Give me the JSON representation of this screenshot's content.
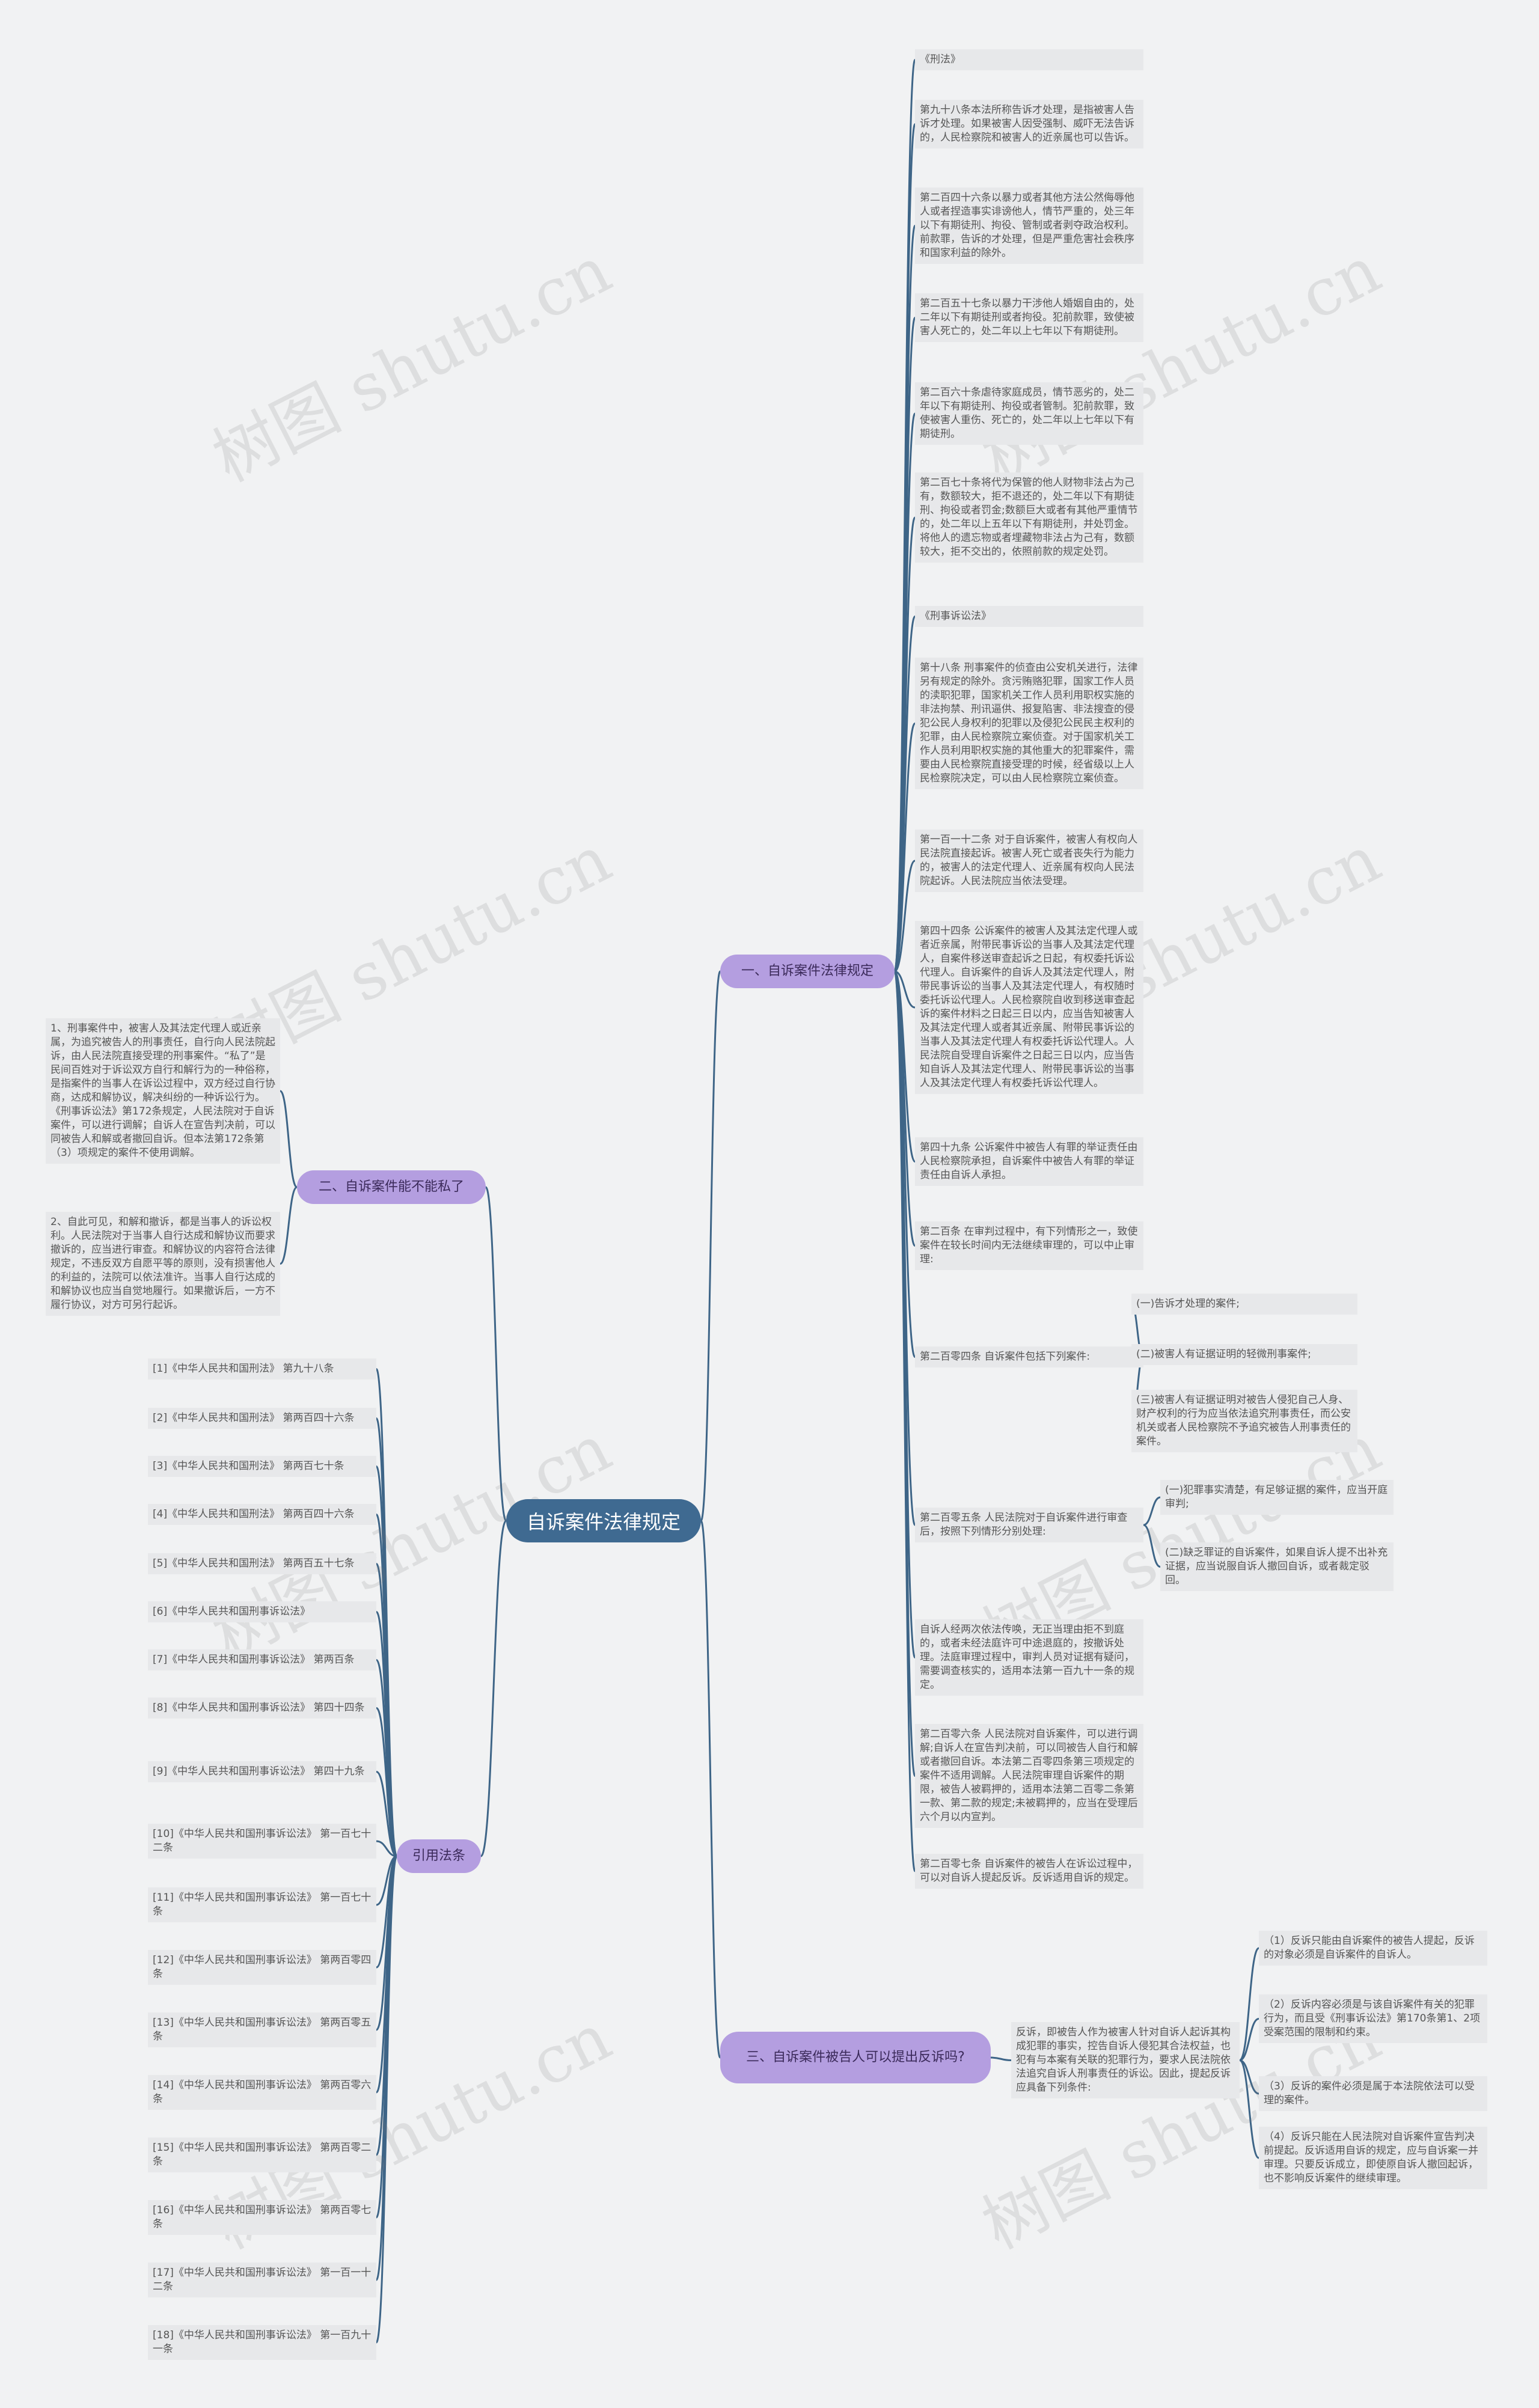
{
  "root": "自诉案件法律规定",
  "watermark": "树图 shutu.cn",
  "branches": {
    "b1": "一、自诉案件法律规定",
    "b2": "二、自诉案件能不能私了",
    "b3": "三、自诉案件被告人可以提出反诉吗?",
    "b4": "引用法条"
  },
  "b1_items": [
    "《刑法》",
    "第九十八条本法所称告诉才处理，是指被害人告诉才处理。如果被害人因受强制、威吓无法告诉的，人民检察院和被害人的近亲属也可以告诉。",
    "第二百四十六条以暴力或者其他方法公然侮辱他人或者捏造事实诽谤他人，情节严重的，处三年以下有期徒刑、拘役、管制或者剥夺政治权利。前款罪，告诉的才处理，但是严重危害社会秩序和国家利益的除外。",
    "第二百五十七条以暴力干涉他人婚姻自由的，处二年以下有期徒刑或者拘役。犯前款罪，致使被害人死亡的，处二年以上七年以下有期徒刑。",
    "第二百六十条虐待家庭成员，情节恶劣的，处二年以下有期徒刑、拘役或者管制。犯前款罪，致使被害人重伤、死亡的，处二年以上七年以下有期徒刑。",
    "第二百七十条将代为保管的他人财物非法占为己有，数额较大，拒不退还的，处二年以下有期徒刑、拘役或者罚金;数额巨大或者有其他严重情节的，处二年以上五年以下有期徒刑，并处罚金。将他人的遗忘物或者埋藏物非法占为己有，数额较大，拒不交出的，依照前款的规定处罚。",
    "《刑事诉讼法》",
    "第十八条 刑事案件的侦查由公安机关进行，法律另有规定的除外。贪污贿赂犯罪，国家工作人员的渎职犯罪，国家机关工作人员利用职权实施的非法拘禁、刑讯逼供、报复陷害、非法搜查的侵犯公民人身权利的犯罪以及侵犯公民民主权利的犯罪，由人民检察院立案侦查。对于国家机关工作人员利用职权实施的其他重大的犯罪案件，需要由人民检察院直接受理的时候，经省级以上人民检察院决定，可以由人民检察院立案侦查。",
    "第一百一十二条 对于自诉案件，被害人有权向人民法院直接起诉。被害人死亡或者丧失行为能力的，被害人的法定代理人、近亲属有权向人民法院起诉。人民法院应当依法受理。",
    "第四十四条 公诉案件的被害人及其法定代理人或者近亲属，附带民事诉讼的当事人及其法定代理人，自案件移送审查起诉之日起，有权委托诉讼代理人。自诉案件的自诉人及其法定代理人，附带民事诉讼的当事人及其法定代理人，有权随时委托诉讼代理人。人民检察院自收到移送审查起诉的案件材料之日起三日以内，应当告知被害人及其法定代理人或者其近亲属、附带民事诉讼的当事人及其法定代理人有权委托诉讼代理人。人民法院自受理自诉案件之日起三日以内，应当告知自诉人及其法定代理人、附带民事诉讼的当事人及其法定代理人有权委托诉讼代理人。",
    "第四十九条 公诉案件中被告人有罪的举证责任由人民检察院承担，自诉案件中被告人有罪的举证责任由自诉人承担。",
    "第二百条 在审判过程中，有下列情形之一，致使案件在较长时间内无法继续审理的，可以中止审理:",
    "第二百零四条 自诉案件包括下列案件:",
    "第二百零五条 人民法院对于自诉案件进行审查后，按照下列情形分别处理:",
    "自诉人经两次依法传唤，无正当理由拒不到庭的，或者未经法庭许可中途退庭的，按撤诉处理。法庭审理过程中，审判人员对证据有疑问，需要调查核实的，适用本法第一百九十一条的规定。",
    "第二百零六条 人民法院对自诉案件，可以进行调解;自诉人在宣告判决前，可以同被告人自行和解或者撤回自诉。本法第二百零四条第三项规定的案件不适用调解。人民法院审理自诉案件的期限，被告人被羁押的，适用本法第二百零二条第一款、第二款的规定;未被羁押的，应当在受理后六个月以内宣判。",
    "第二百零七条 自诉案件的被告人在诉讼过程中，可以对自诉人提起反诉。反诉适用自诉的规定。"
  ],
  "b1_204_children": [
    "(一)告诉才处理的案件;",
    "(二)被害人有证据证明的轻微刑事案件;",
    "(三)被害人有证据证明对被告人侵犯自己人身、财产权利的行为应当依法追究刑事责任，而公安机关或者人民检察院不予追究被告人刑事责任的案件。"
  ],
  "b1_205_children": [
    "(一)犯罪事实清楚，有足够证据的案件，应当开庭审判;",
    "(二)缺乏罪证的自诉案件，如果自诉人提不出补充证据，应当说服自诉人撤回自诉，或者裁定驳回。"
  ],
  "b2_items": [
    "1、刑事案件中，被害人及其法定代理人或近亲属，为追究被告人的刑事责任，自行向人民法院起诉，由人民法院直接受理的刑事案件。“私了”是民间百姓对于诉讼双方自行和解行为的一种俗称，是指案件的当事人在诉讼过程中，双方经过自行协商，达成和解协议，解决纠纷的一种诉讼行为。《刑事诉讼法》第172条规定，人民法院对于自诉案件，可以进行调解；自诉人在宣告判决前，可以同被告人和解或者撤回自诉。但本法第172条第（3）项规定的案件不使用调解。",
    "2、自此可见，和解和撤诉，都是当事人的诉讼权利。人民法院对于当事人自行达成和解协议而要求撤诉的，应当进行审查。和解协议的内容符合法律规定，不违反双方自愿平等的原则，没有损害他人的利益的，法院可以依法准许。当事人自行达成的和解协议也应当自觉地履行。如果撤诉后，一方不履行协议，对方可另行起诉。"
  ],
  "b3_intro": "反诉，即被告人作为被害人针对自诉人起诉其构成犯罪的事实，控告自诉人侵犯其合法权益，也犯有与本案有关联的犯罪行为，要求人民法院依法追究自诉人刑事责任的诉讼。因此，提起反诉应具备下列条件:",
  "b3_children": [
    "（1）反诉只能由自诉案件的被告人提起，反诉的对象必须是自诉案件的自诉人。",
    "（2）反诉内容必须是与该自诉案件有关的犯罪行为，而且受《刑事诉讼法》第170条第1、2项受案范围的限制和约束。",
    "（3）反诉的案件必须是属于本法院依法可以受理的案件。",
    "（4）反诉只能在人民法院对自诉案件宣告判决前提起。反诉适用自诉的规定，应与自诉案一并审理。只要反诉成立，即使原自诉人撤回起诉，也不影响反诉案件的继续审理。"
  ],
  "b4_items": [
    "[1]《中华人民共和国刑法》 第九十八条",
    "[2]《中华人民共和国刑法》 第两百四十六条",
    "[3]《中华人民共和国刑法》 第两百七十条",
    "[4]《中华人民共和国刑法》 第两百四十六条",
    "[5]《中华人民共和国刑法》 第两百五十七条",
    "[6]《中华人民共和国刑事诉讼法》",
    "[7]《中华人民共和国刑事诉讼法》 第两百条",
    "[8]《中华人民共和国刑事诉讼法》 第四十四条",
    "[9]《中华人民共和国刑事诉讼法》 第四十九条",
    "[10]《中华人民共和国刑事诉讼法》 第一百七十二条",
    "[11]《中华人民共和国刑事诉讼法》 第一百七十条",
    "[12]《中华人民共和国刑事诉讼法》 第两百零四条",
    "[13]《中华人民共和国刑事诉讼法》 第两百零五条",
    "[14]《中华人民共和国刑事诉讼法》 第两百零六条",
    "[15]《中华人民共和国刑事诉讼法》 第两百零二条",
    "[16]《中华人民共和国刑事诉讼法》 第两百零七条",
    "[17]《中华人民共和国刑事诉讼法》 第一百一十二条",
    "[18]《中华人民共和国刑事诉讼法》 第一百九十一条"
  ]
}
